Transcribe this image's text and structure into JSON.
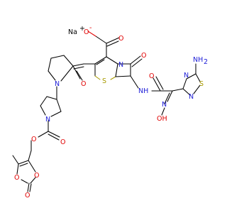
{
  "colors": {
    "carbon_bond": "#000000",
    "oxygen": "#e00000",
    "nitrogen": "#2020d8",
    "sulfur": "#a89a00",
    "sodium": "#000000",
    "background": "#ffffff"
  },
  "atoms": {
    "sodium": "Na",
    "sodium_charge": "+",
    "carboxylate_o": "O",
    "carboxylate_charge": "-",
    "carboxylate_o2": "O",
    "lactam_o": "O",
    "lactam_n": "N",
    "ring_s": "S",
    "amide_nh": "NH",
    "amide_o": "O",
    "thiadiazole_s": "S",
    "thiadiazole_n1": "N",
    "thiadiazole_n2": "N",
    "amino": "NH",
    "amino_sub": "2",
    "oxime_n": "N",
    "oxime_oh": "OH",
    "lactam5_o": "O",
    "pyrrolidinone_n": "N",
    "pyrrolidine_n": "N",
    "carbamate_o1": "O",
    "carbamate_o2": "O",
    "dioxolone_o1": "O",
    "dioxolone_o2": "O",
    "dioxolone_o3": "O"
  }
}
